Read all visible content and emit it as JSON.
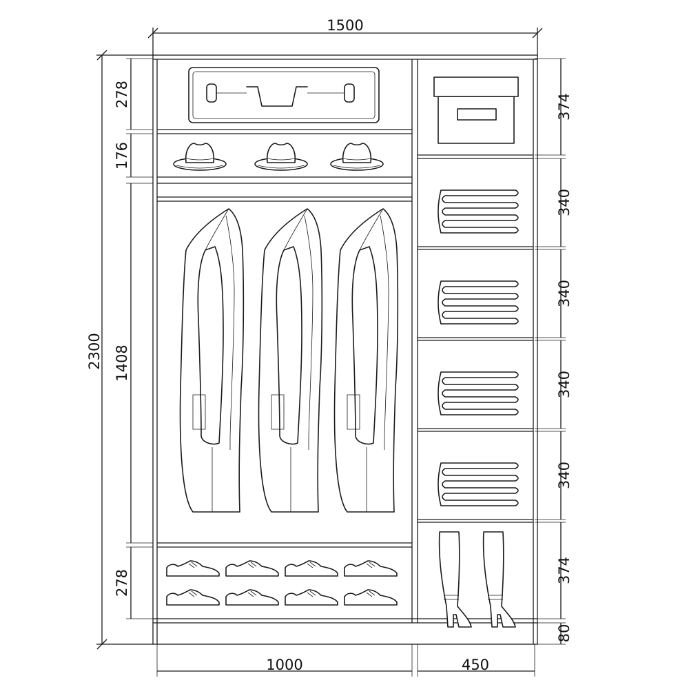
{
  "dimensions": {
    "total_width": "1500",
    "total_height": "2300",
    "left_width": "1000",
    "right_width": "450",
    "left_shelves": [
      "278",
      "176",
      "1408",
      "278"
    ],
    "right_shelves": [
      "374",
      "340",
      "340",
      "340",
      "340",
      "374",
      "80"
    ]
  },
  "compartments": {
    "left": [
      "suitcase",
      "hats",
      "coats",
      "shoes"
    ],
    "right": [
      "box",
      "folded-clothes",
      "folded-clothes",
      "folded-clothes",
      "folded-clothes",
      "boots"
    ]
  },
  "counts": {
    "hats": 3,
    "coats": 3,
    "shoes": 8,
    "boots": 2
  }
}
